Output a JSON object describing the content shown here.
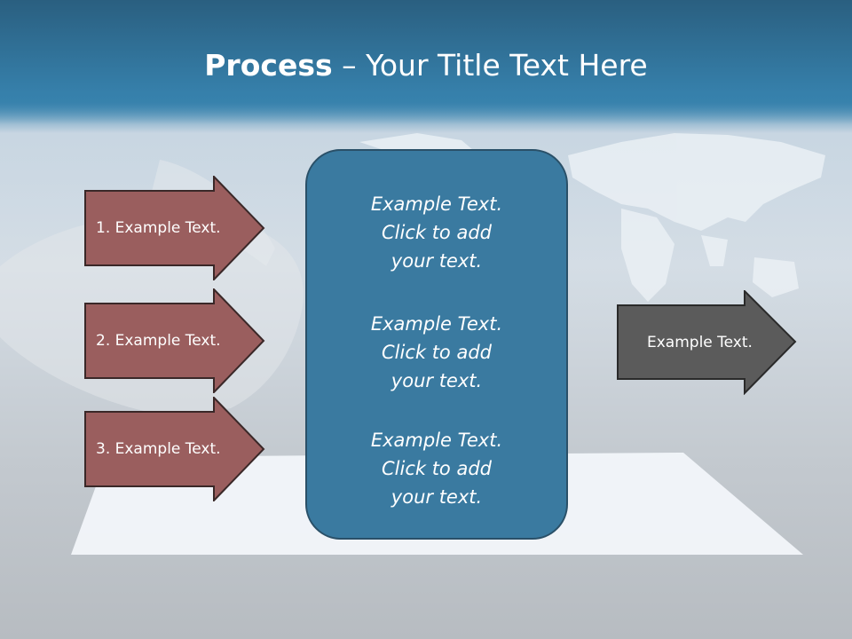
{
  "slide": {
    "title_bold": "Process",
    "title_rest": " – Your Title Text Here"
  },
  "left_arrows": [
    {
      "label": "1. Example Text."
    },
    {
      "label": "2. Example Text."
    },
    {
      "label": "3. Example Text."
    }
  ],
  "center_box": {
    "paragraphs": [
      [
        "Example Text.",
        "Click  to add",
        "your text."
      ],
      [
        "Example Text.",
        "Click  to add",
        "your text."
      ],
      [
        "Example Text.",
        "Click  to add",
        "your text."
      ]
    ]
  },
  "right_arrow": {
    "label": "Example Text."
  },
  "colors": {
    "header": "#3680ab",
    "left_arrow_fill": "#9a5e5e",
    "center_box_fill": "#3a7aa0",
    "right_arrow_fill": "#5b5b5b"
  }
}
